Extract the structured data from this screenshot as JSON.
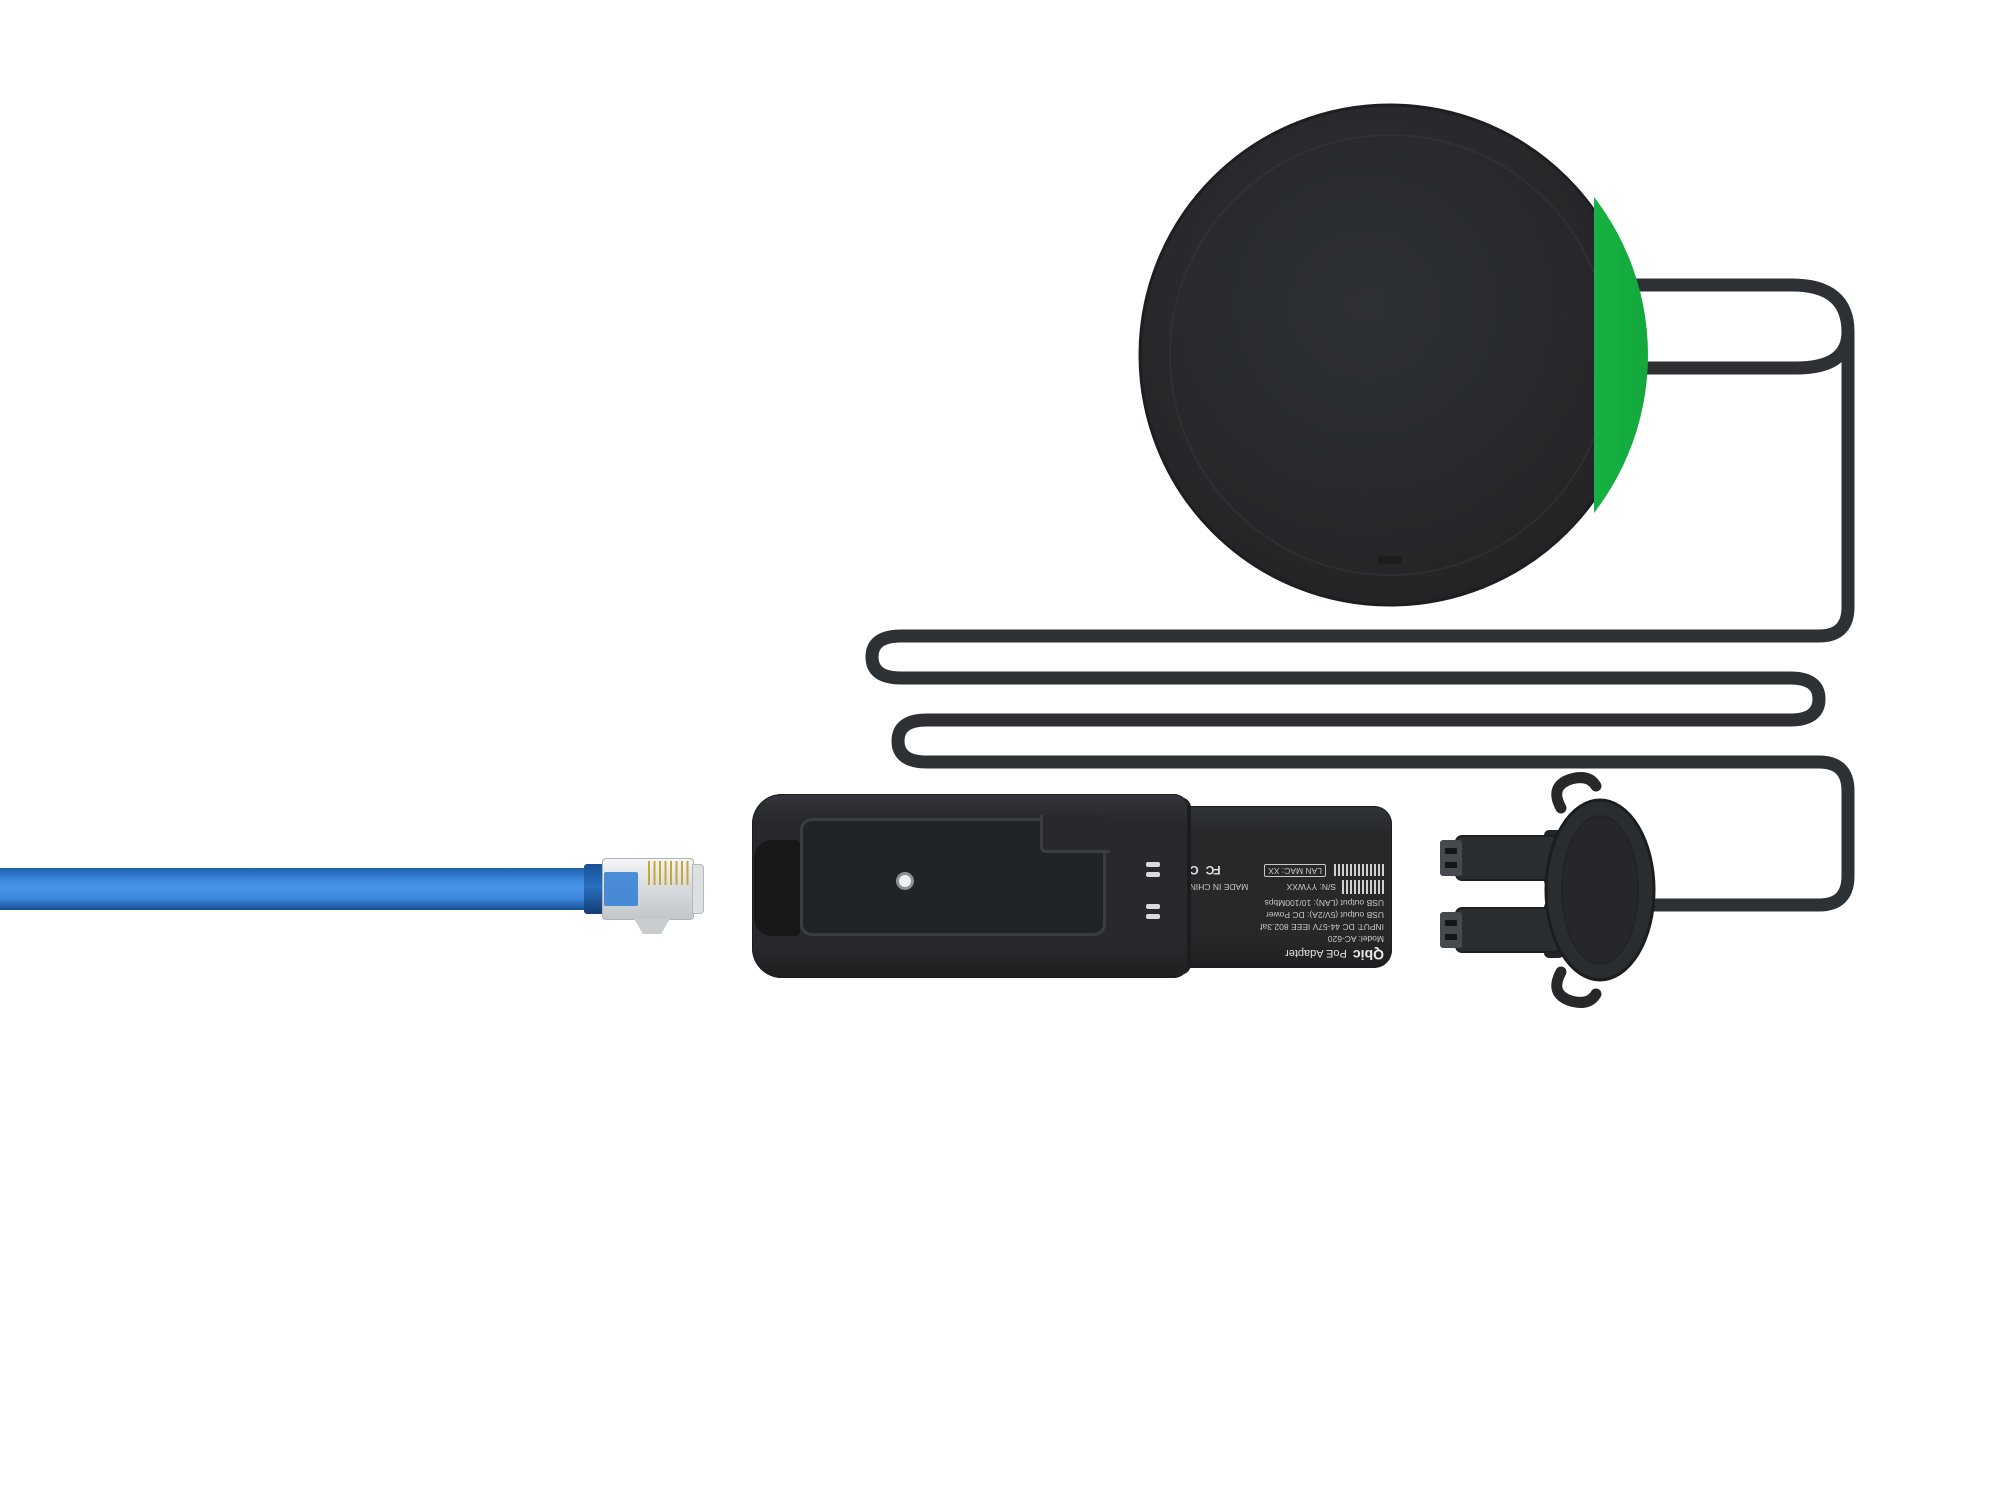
{
  "adapter_label": {
    "brand": "Qbic",
    "product": "PoE Adapter",
    "model": "Model: AC-620",
    "input": "INPUT: DC 44-57V IEEE 802.3af",
    "usb_power": "USB output (5V/2A): DC Power",
    "usb_lan": "USB output (LAN): 10/100Mbps",
    "made_in": "MADE IN CHINA",
    "serial": "S/N: YYWXX",
    "mac": "LAN MAC: XX",
    "cert_fcc": "FC",
    "cert_ce": "CE"
  },
  "icons": {
    "barcode_icon": "vertical-stripe barcode",
    "usb_plug_icon": "USB-A plug",
    "rj45_icon": "ethernet RJ45 connector",
    "status_light_icon": "green crescent status light"
  },
  "colors": {
    "background": "#ffffff",
    "device_body": "#26282a",
    "accent_green": "#1dc84b",
    "cable": "#2e3134",
    "ethernet_blue": "#3c87de",
    "gold_contacts": "#c9a43a",
    "label_text": "#c6c9cb"
  }
}
